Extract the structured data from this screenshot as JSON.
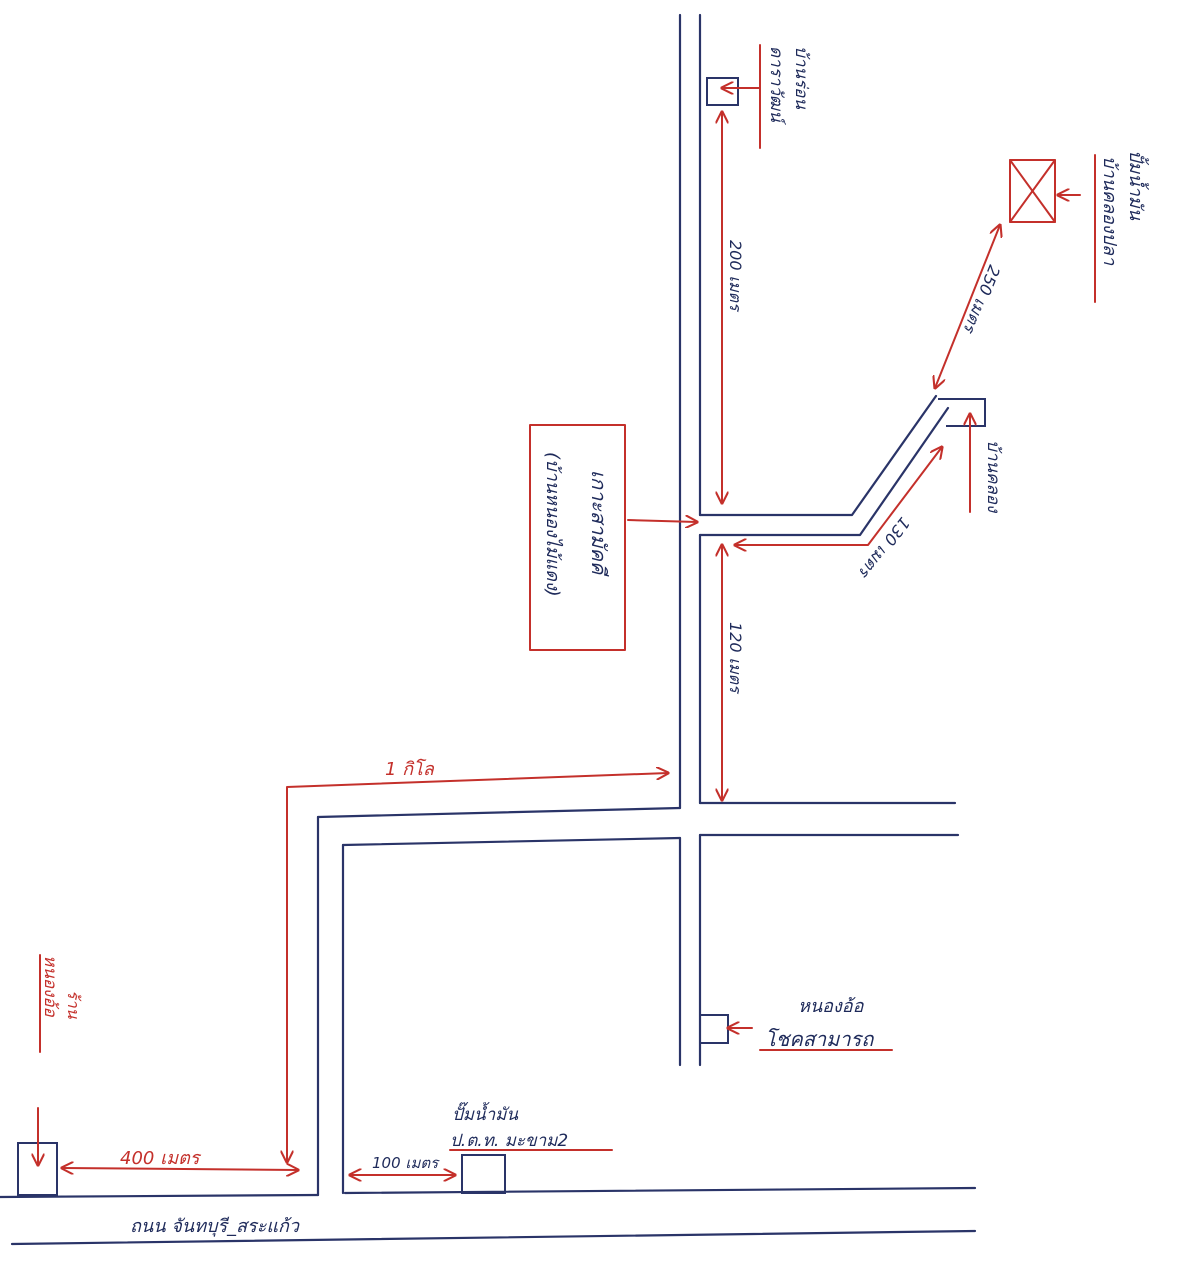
{
  "colors": {
    "road": "#2a3468",
    "annotation": "#c4302b",
    "ink": "#1e2a5a",
    "background": "#ffffff"
  },
  "map": {
    "road_name": "ถนน จันทบุรี_สระแก้ว",
    "landmarks": {
      "top_house": {
        "name": "บ้านร่อน",
        "owner": "ดาราวัฒน์"
      },
      "gas_station_north": {
        "type": "ปั้มน้ำมัน",
        "place": "บ้านคลองปลา"
      },
      "house_east": {
        "name": "บ้านคลอง"
      },
      "destination": {
        "name": "เกาะสามัคคี",
        "note": "(บ้านหนองไม้แดง)"
      },
      "shop_south": {
        "place": "หนองอ้อ",
        "name": "โชคสามารถ"
      },
      "ptt_station": {
        "type": "ปั๊มน้ำมัน",
        "name": "ป.ต.ท. มะขาม2"
      },
      "start_point": {
        "name": "ร้าน",
        "place": "หนองอ้อ"
      }
    },
    "distances": {
      "top_house_to_junction": "200 เมตร",
      "branch_to_gas_station": "250 เมตร",
      "branch_to_house_east": "130 เมตร",
      "junction_to_crossroad": "120 เมตร",
      "side_road_to_crossroad": "1 กิโล",
      "start_to_side_road": "400 เมตร",
      "side_road_to_ptt": "100 เมตร"
    }
  }
}
